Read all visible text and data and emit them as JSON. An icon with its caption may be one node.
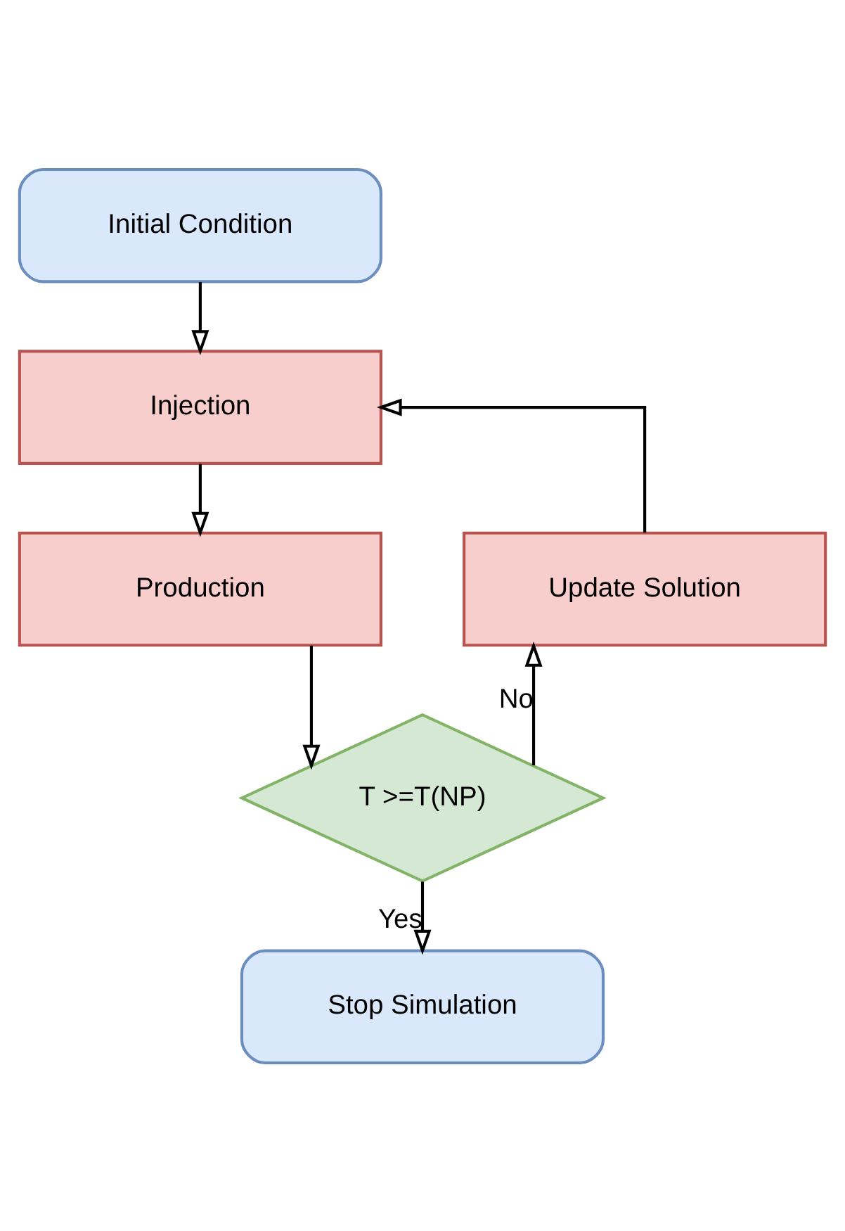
{
  "diagram": {
    "nodes": [
      {
        "text": [
          "Initial Condition"
        ]
      },
      {
        "text": [
          "Injection"
        ]
      },
      {
        "text": [
          "Production"
        ]
      },
      {
        "text": [
          "Update Solution"
        ]
      },
      {
        "text": [
          "T >=T(NP)"
        ]
      },
      {
        "text": [
          "Stop Simulation"
        ]
      }
    ],
    "edges": [
      {
        "from": 0,
        "to": 1,
        "arrow": "to"
      },
      {
        "from": 1,
        "to": 2,
        "arrow": "to"
      },
      {
        "from": 2,
        "to": 4,
        "arrow": "to"
      },
      {
        "from": 4,
        "to": 3,
        "arrow": "to",
        "label": "No"
      },
      {
        "from": 3,
        "to": 1,
        "arrow": "to"
      },
      {
        "from": 4,
        "to": 5,
        "arrow": "to",
        "label": "Yes"
      }
    ]
  }
}
